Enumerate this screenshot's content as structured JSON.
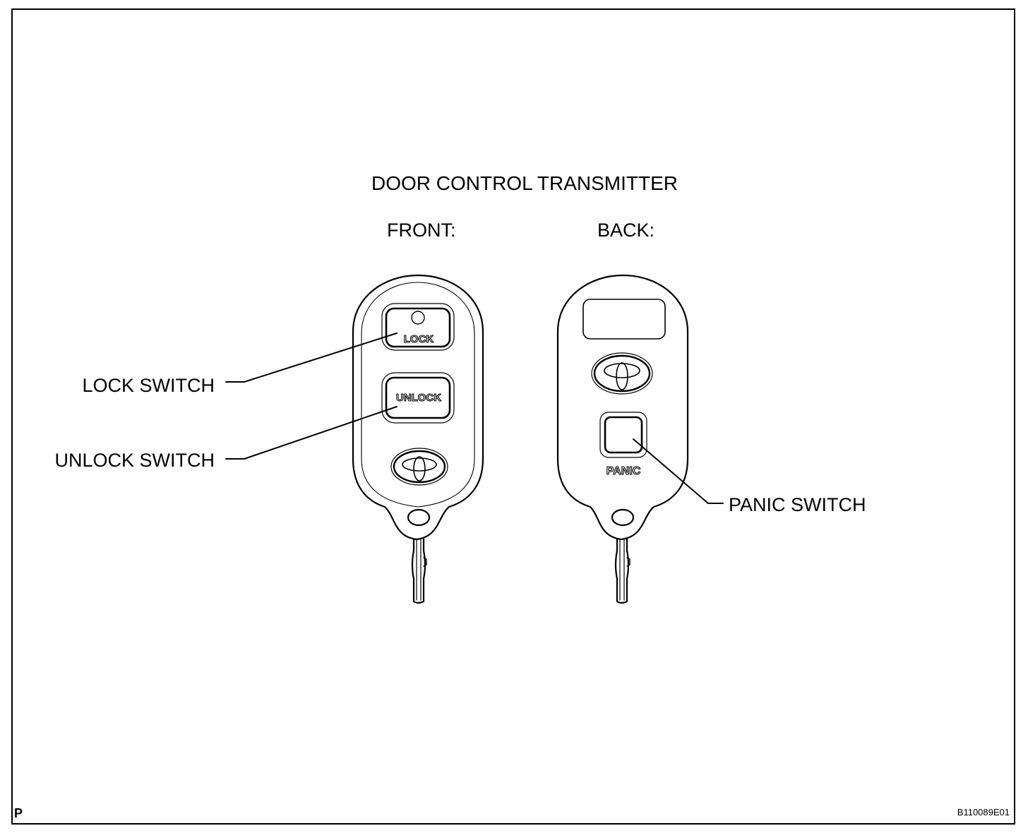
{
  "title": "DOOR CONTROL TRANSMITTER",
  "views": {
    "front": "FRONT:",
    "back": "BACK:"
  },
  "callouts": {
    "lock_switch": "LOCK SWITCH",
    "unlock_switch": "UNLOCK SWITCH",
    "panic_switch": "PANIC SWITCH"
  },
  "fob_buttons": {
    "lock": "LOCK",
    "unlock": "UNLOCK",
    "panic": "PANIC"
  },
  "footer": {
    "left_mark": "P",
    "figure_code": "B110089E01"
  },
  "icons": [
    "toyota-logo-icon",
    "key-icon"
  ]
}
